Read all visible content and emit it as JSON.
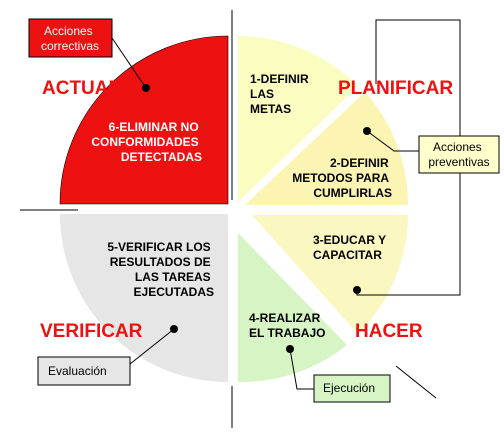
{
  "colors": {
    "actuar": "#ee1111",
    "planificar_top": "#fbfcc0",
    "planificar_mid": "#fcf4b2",
    "hacer_top": "#fbf7c0",
    "hacer_bottom": "#d6f4c4",
    "verificar": "#e6e6e6",
    "heading": "#ee1111",
    "dot": "#000000"
  },
  "quadrants": {
    "actuar": {
      "title": "ACTUAR",
      "step_lines": [
        "6-ELIMINAR NO",
        "CONFORMIDADES",
        "DETECTADAS"
      ]
    },
    "planificar": {
      "title": "PLANIFICAR",
      "step1_lines": [
        "1-DEFINIR",
        "LAS",
        "METAS"
      ],
      "step2_lines": [
        "2-DEFINIR",
        "METODOS PARA",
        "CUMPLIRLAS"
      ]
    },
    "hacer": {
      "title": "HACER",
      "step3_lines": [
        "3-EDUCAR Y",
        "CAPACITAR"
      ],
      "step4_lines": [
        "4-REALIZAR",
        "EL TRABAJO"
      ]
    },
    "verificar": {
      "title": "VERIFICAR",
      "step_lines": [
        "5-VERIFICAR LOS",
        "RESULTADOS DE",
        "LAS TAREAS",
        "EJECUTADAS"
      ]
    }
  },
  "callouts": {
    "correctivas": [
      "Acciones",
      "correctivas"
    ],
    "preventivas": [
      "Acciones",
      "preventivas"
    ],
    "evaluacion": "Evaluación",
    "ejecucion": "Ejecución"
  }
}
